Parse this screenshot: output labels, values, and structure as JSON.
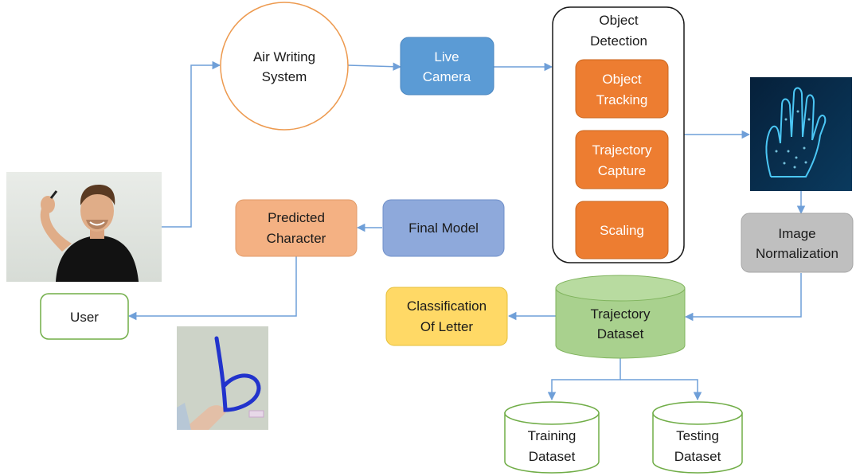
{
  "nodes": {
    "air_writing": [
      "Air Writing",
      "System"
    ],
    "live_camera": [
      "Live",
      "Camera"
    ],
    "object_detection": [
      "Object",
      "Detection"
    ],
    "object_tracking": [
      "Object",
      "Tracking"
    ],
    "trajectory_capture": [
      "Trajectory",
      "Capture"
    ],
    "scaling": [
      "Scaling"
    ],
    "image_normalization": [
      "Image",
      "Normalization"
    ],
    "trajectory_dataset": [
      "Trajectory",
      "Dataset"
    ],
    "classification": [
      "Classification",
      "Of Letter"
    ],
    "final_model": [
      "Final Model"
    ],
    "predicted_character": [
      "Predicted",
      "Character"
    ],
    "user": [
      "User"
    ],
    "training_dataset": [
      "Training",
      "Dataset"
    ],
    "testing_dataset": [
      "Testing",
      "Dataset"
    ]
  },
  "images": {
    "person": "man-writing-in-air-photo",
    "hand": "glowing-hand-scan-image",
    "letter": "handwritten-letter-b-photo"
  },
  "colors": {
    "edge": "#6f9fd8",
    "blue_box": "#5b9bd5",
    "orange_box": "#ed7d31",
    "slate_box": "#8ea9db",
    "salmon_box": "#f4b183",
    "gray_box": "#bfbfbf",
    "yellow_box": "#ffd966",
    "green_cylinder": "#a9d18e",
    "user_border": "#70ad47",
    "circle_border": "#ed9a4f"
  }
}
